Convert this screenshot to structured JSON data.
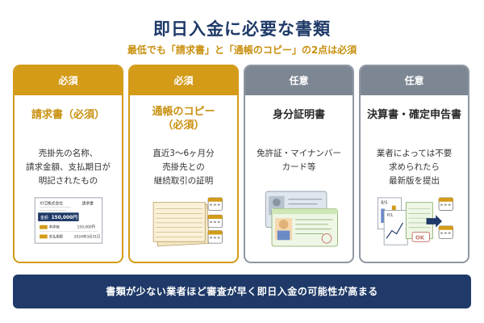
{
  "title": "即日入金に必要な書類",
  "subtitle": "最低でも「請求書」と「通帳のコピー」の2点は必須",
  "cards": [
    {
      "badge": "必須",
      "title_line1": "請求書（必須）",
      "title_line2": "",
      "desc": [
        "売掛先の名称、",
        "請求金額、支払期日が",
        "明記されたもの"
      ],
      "illust_text": {
        "company": "XYZ株式会社",
        "doc": "請求書",
        "amount_label": "金額",
        "amount": "150,000円",
        "row_label": "本体価",
        "row_amount": "150,000円",
        "due_label": "支払期限",
        "due_date": "2024年3月31日"
      }
    },
    {
      "badge": "必須",
      "title_line1": "通帳のコピー",
      "title_line2": "（必須）",
      "desc": [
        "直近3〜6ヶ月分",
        "売掛先との",
        "継続取引の証明"
      ]
    },
    {
      "badge": "任意",
      "title_line1": "身分証明書",
      "title_line2": "",
      "desc": [
        "免許証・マイナンバー",
        "カード等"
      ]
    },
    {
      "badge": "任意",
      "title_line1": "決算書・確定申告書",
      "title_line2": "",
      "desc": [
        "業者によっては不要",
        "求められたら",
        "最新版を提出"
      ],
      "illust_text": {
        "bs": "B/S",
        "pl": "P/L",
        "ok": "OK"
      }
    }
  ],
  "banner": "書類が少ない業者ほど審査が早く即日入金の可能性が高まる",
  "colors": {
    "navy": "#1f3a68",
    "gold": "#d39b18",
    "gold_text": "#c8900f",
    "gray": "#7d8793"
  },
  "icons": [
    "invoice-icon",
    "passbook-icon",
    "calendar-icon",
    "id-card-icon",
    "financial-statement-icon",
    "truck-icon"
  ]
}
